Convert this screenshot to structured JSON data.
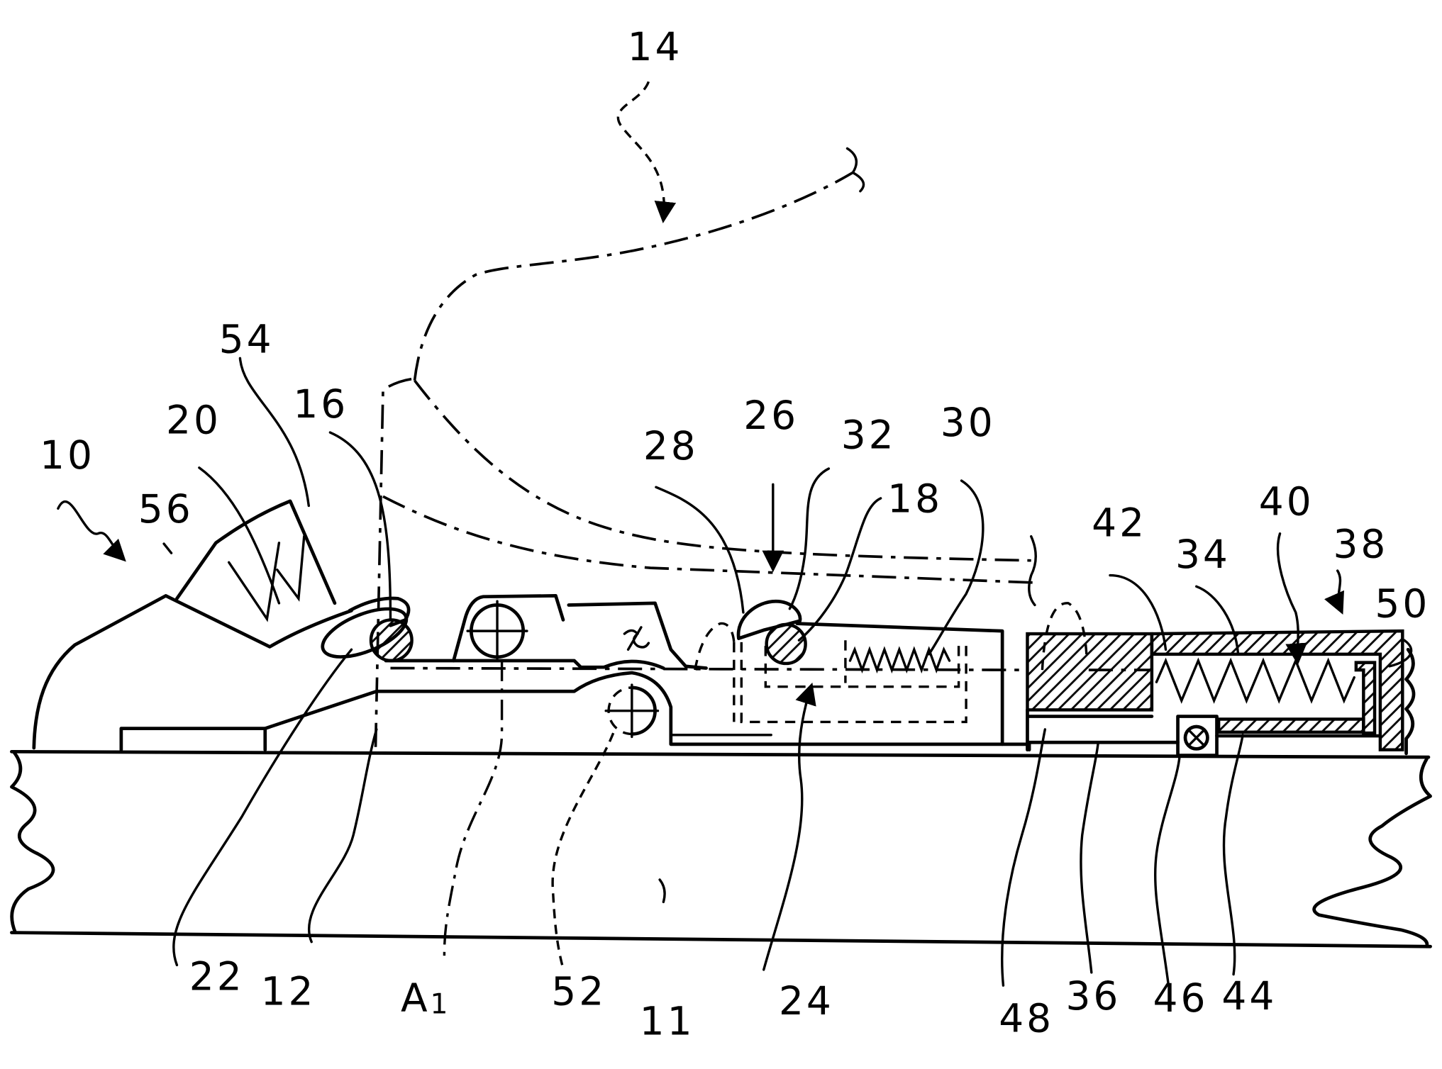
{
  "figure": {
    "reference_numerals": {
      "n10": "10",
      "n11": "11",
      "n12": "12",
      "n14": "14",
      "n16": "16",
      "n18": "18",
      "n20": "20",
      "n22": "22",
      "n24": "24",
      "n26": "26",
      "n28": "28",
      "n30": "30",
      "n32": "32",
      "n34": "34",
      "n36": "36",
      "n38": "38",
      "n40": "40",
      "n42": "42",
      "n44": "44",
      "n46": "46",
      "n48": "48",
      "n50": "50",
      "n52": "52",
      "n54": "54",
      "n56": "56"
    },
    "a1": {
      "letter": "A",
      "subscript": "1"
    }
  },
  "colors": {
    "ink": "#000000",
    "paper": "#ffffff"
  }
}
